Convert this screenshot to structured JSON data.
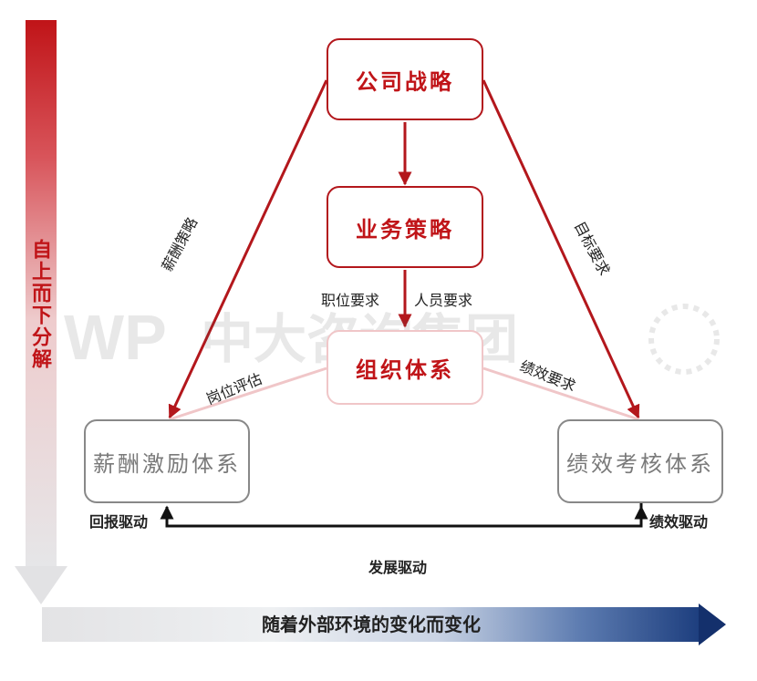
{
  "sidebar": {
    "label": "自上而下分解"
  },
  "bottom_bar": {
    "label": "随着外部环境的变化而变化"
  },
  "boxes": {
    "strategy": "公司战略",
    "business": "业务策略",
    "org": "组织体系",
    "salary": "薪酬激励体系",
    "performance": "绩效考核体系"
  },
  "edges": {
    "salary_strategy": "薪酬策略",
    "target_requirement": "目标要求",
    "position_requirement": "职位要求",
    "staff_requirement": "人员要求",
    "position_evaluation": "岗位评估",
    "performance_requirement": "绩效要求",
    "return_drive": "回报驱动",
    "performance_drive": "绩效驱动",
    "development_drive": "发展驱动"
  },
  "watermark": {
    "text": "中大咨询集团"
  },
  "colors": {
    "primary_red": "#c01418",
    "navy": "#14306c",
    "gray_border": "#888888"
  }
}
